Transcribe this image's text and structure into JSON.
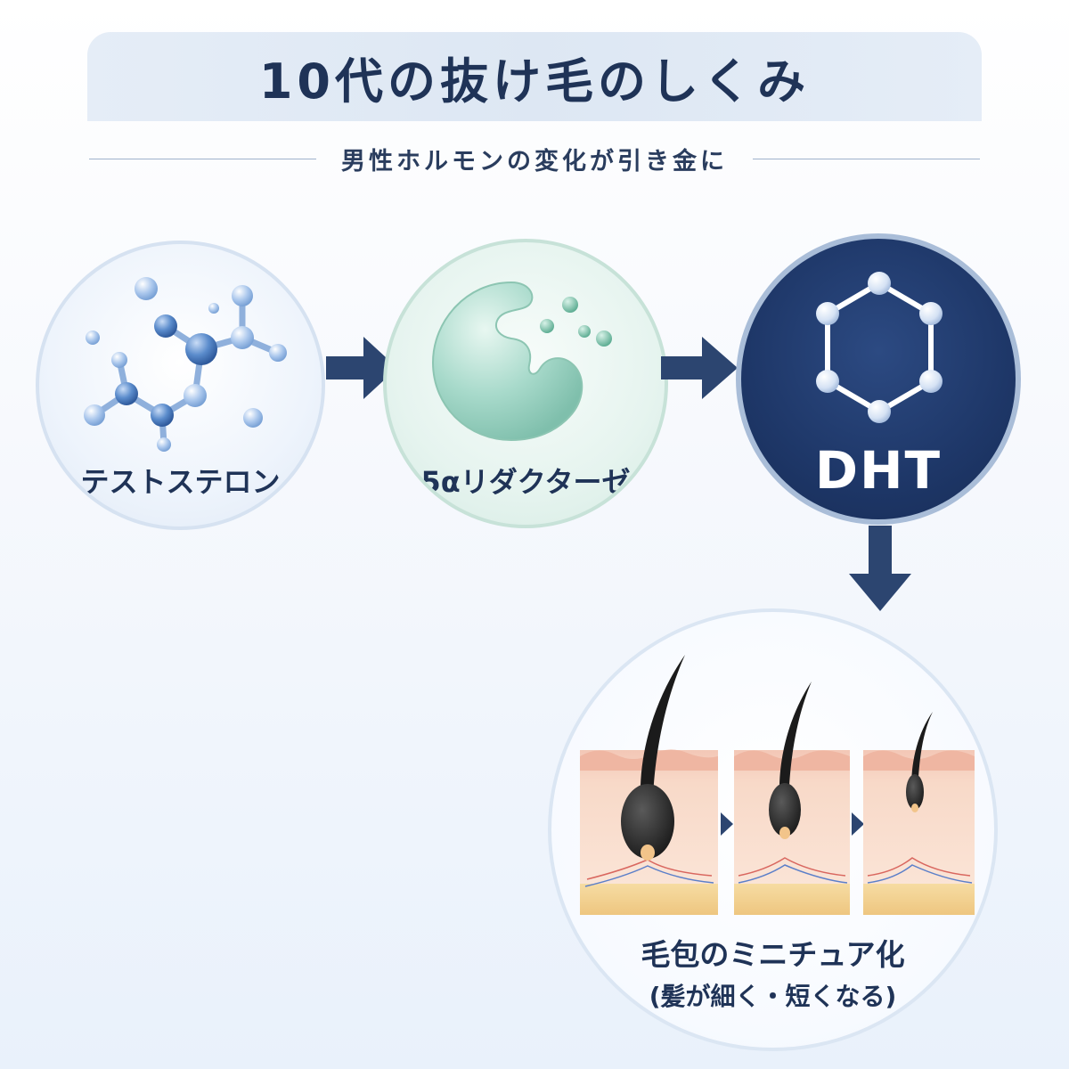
{
  "header": {
    "title": "10代の抜け毛のしくみ",
    "subtitle": "男性ホルモンの変化が引き金に"
  },
  "steps": [
    {
      "label": "テストステロン",
      "icon": "molecule-icon"
    },
    {
      "label": "5αリダクターゼ",
      "icon": "enzyme-icon"
    },
    {
      "label": "DHT",
      "icon": "hexagon-molecule-icon"
    }
  ],
  "result": {
    "title": "毛包のミニチュア化",
    "subtitle": "(髪が細く・短くなる)",
    "icon": "hair-follicle-miniaturization-icon"
  },
  "colors": {
    "navy": "#1f3357",
    "arrow": "#2c4570",
    "dht_fill": "#1e3768",
    "enzyme_teal": "#a6d8c8",
    "molecule_blue": "#4f7fc4"
  }
}
